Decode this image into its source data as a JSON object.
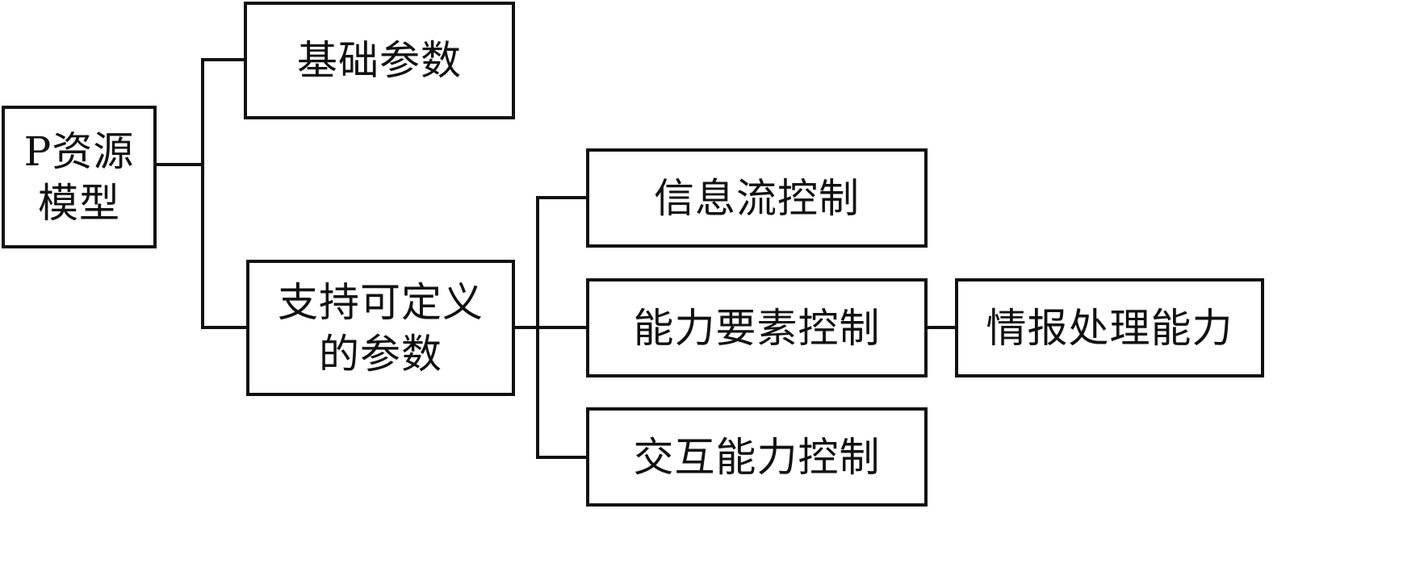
{
  "diagram": {
    "root": {
      "label": "P资源\n模型"
    },
    "basic_params": {
      "label": "基础参数"
    },
    "custom_params": {
      "label": "支持可定义\n的参数"
    },
    "info_flow": {
      "label": "信息流控制"
    },
    "capability_element": {
      "label": "能力要素控制"
    },
    "intel_processing": {
      "label": "情报处理能力"
    },
    "interaction": {
      "label": "交互能力控制"
    }
  },
  "colors": {
    "line": "#111111",
    "background": "#ffffff"
  }
}
